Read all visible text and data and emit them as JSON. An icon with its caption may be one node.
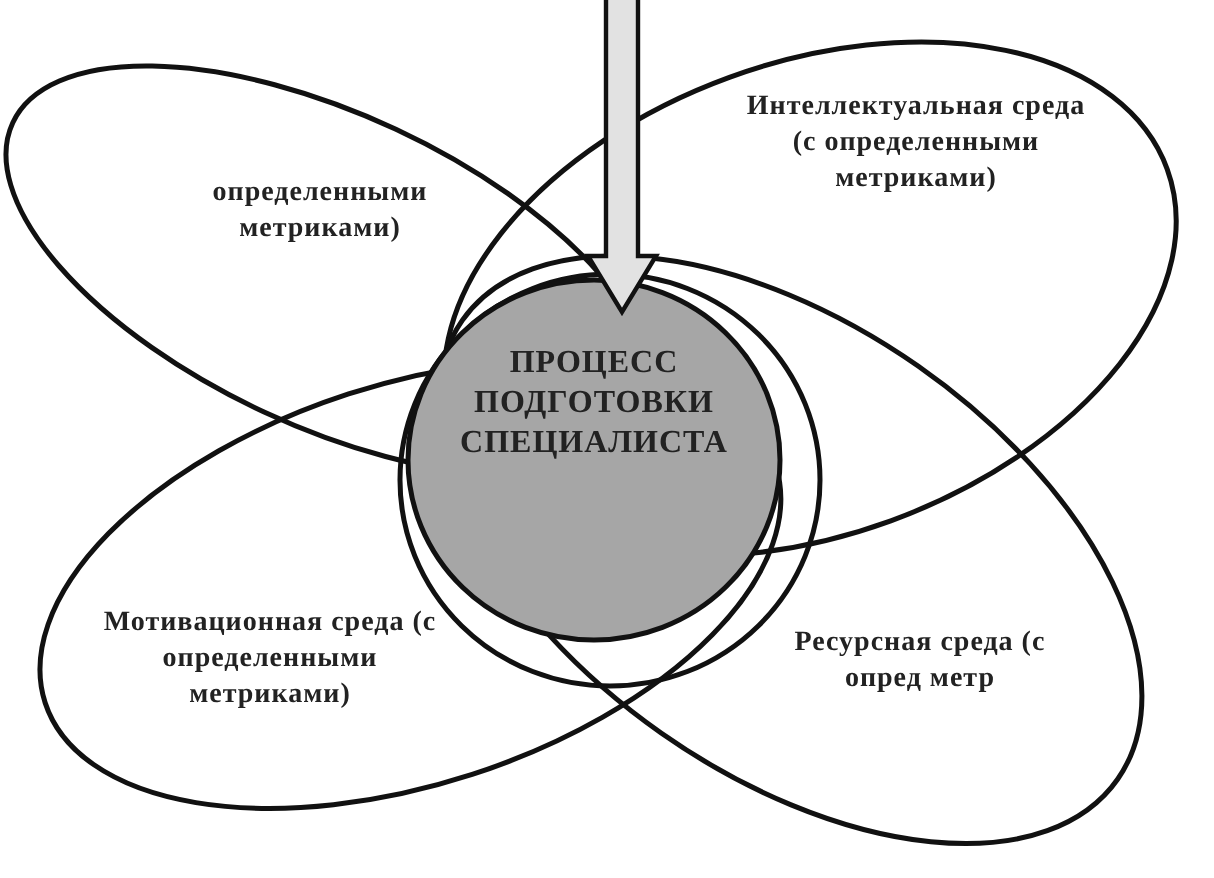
{
  "diagram": {
    "nodes": [
      {
        "text": [
          "определенными метриками)"
        ]
      },
      {
        "text": [
          "Интеллектуальная среда (с определенными метриками)"
        ]
      },
      {
        "text": [
          "Мотивационная среда (с определенными метриками)"
        ]
      },
      {
        "text": [
          "Ресурсная среда (с опред метр"
        ]
      },
      {
        "text": [
          "ПРОЦЕСС ПОДГОТОВКИ СПЕЦИАЛИСТА"
        ]
      }
    ],
    "edges": [
      {
        "from": null,
        "to": 4,
        "arrow": "to",
        "style": "thick"
      }
    ]
  }
}
